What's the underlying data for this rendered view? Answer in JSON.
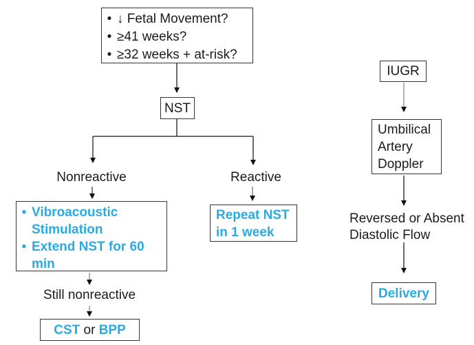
{
  "palette": {
    "accent_blue": "#29ABE2",
    "text_black": "#1a1a1a",
    "box_border": "#333333",
    "arrow_head": "#111111",
    "arrow_stem_dark": "#3a3a3a",
    "arrow_stem_gray": "#999999",
    "background": "#ffffff"
  },
  "flowchart": {
    "screening_box": {
      "bullet_glyph": "•",
      "items": [
        "↓ Fetal Movement?",
        "≥41 weeks?",
        "≥32 weeks + at-risk?"
      ]
    },
    "nst_box": {
      "label": "NST"
    },
    "branch_labels": {
      "nonreactive": "Nonreactive",
      "reactive": "Reactive"
    },
    "nonreactive_actions_box": {
      "bullet_glyph": "•",
      "items": [
        "Vibroacoustic Stimulation",
        "Extend NST for 60 min"
      ]
    },
    "still_nonreactive_label": "Still nonreactive",
    "cst_bpp_box": {
      "cst": "CST",
      "or": " or ",
      "bpp": "BPP"
    },
    "repeat_nst_box": {
      "label": "Repeat NST in 1 week"
    },
    "iugr_box": {
      "label": "IUGR"
    },
    "doppler_box": {
      "label": "Umbilical Artery Doppler"
    },
    "reversed_flow_label": "Reversed or Absent Diastolic Flow",
    "delivery_box": {
      "label": "Delivery"
    }
  }
}
